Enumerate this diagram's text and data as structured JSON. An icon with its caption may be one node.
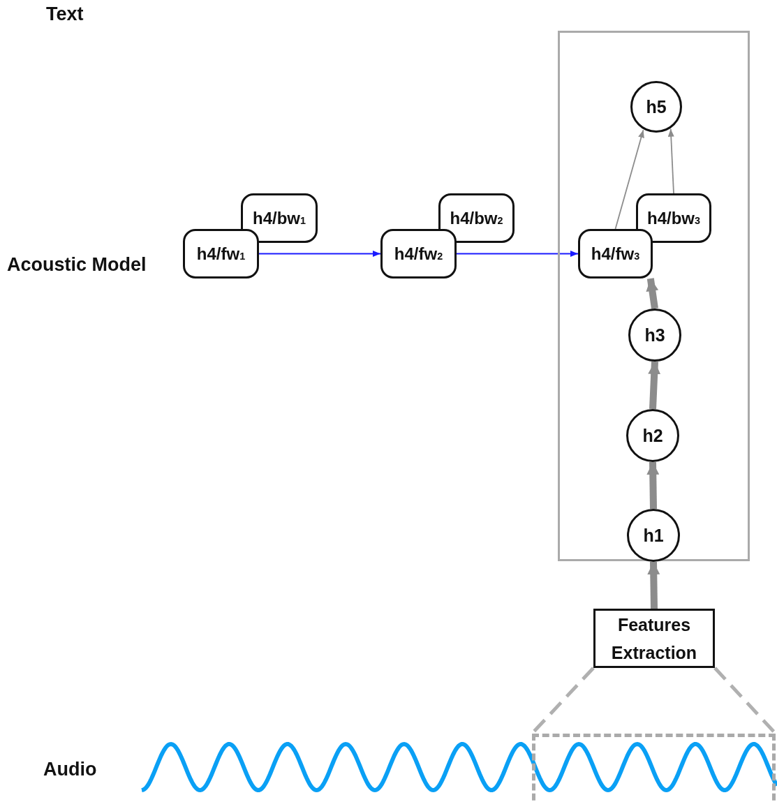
{
  "diagram": {
    "nodes": [
      {
        "text": [],
        "shape": "box"
      },
      {
        "text": [
          "h5"
        ],
        "in": 0
      },
      {
        "text": [
          "h4/bw$_{3}$"
        ],
        "in": 0
      },
      {
        "text": [
          "h4/fw$_{3}$"
        ],
        "in": 0
      },
      {
        "text": [
          "h3"
        ],
        "in": 0
      },
      {
        "text": [
          "h2"
        ],
        "in": 0
      },
      {
        "text": [
          "h1"
        ],
        "in": 0
      },
      {
        "text": [
          "h4/bw$_{1}$"
        ]
      },
      {
        "text": [
          "h4/fw$_{1}$"
        ]
      },
      {
        "text": [
          "h4/bw$_{2}$"
        ]
      },
      {
        "text": [
          "h4/fw$_{2}$"
        ]
      },
      {
        "text": [
          "Features Extraction"
        ]
      },
      {
        "text": [],
        "shape": "box"
      }
    ],
    "edges": [
      {
        "from": 8,
        "to": 10,
        "arrow": "to",
        "color": "#1a1aff"
      },
      {
        "from": 10,
        "to": 3,
        "arrow": "to",
        "color": "#1a1aff"
      },
      {
        "from": 3,
        "to": 1,
        "arrow": "to"
      },
      {
        "from": 2,
        "to": 1,
        "arrow": "to"
      },
      {
        "from": 6,
        "to": 5,
        "arrow": "to",
        "style": "thick"
      },
      {
        "from": 5,
        "to": 4,
        "arrow": "to",
        "style": "thick"
      },
      {
        "from": 4,
        "to": 3,
        "arrow": "to",
        "style": "thick"
      },
      {
        "from": 11,
        "to": 6,
        "arrow": "to",
        "style": "thick"
      },
      {
        "from": 11,
        "to": 12,
        "arrow": "none",
        "style": "dashed"
      },
      {
        "from": 11,
        "to": 12,
        "arrow": "none",
        "style": "dashed"
      }
    ],
    "labels": [
      "Text",
      "Acoustic Model",
      "Audio"
    ]
  }
}
